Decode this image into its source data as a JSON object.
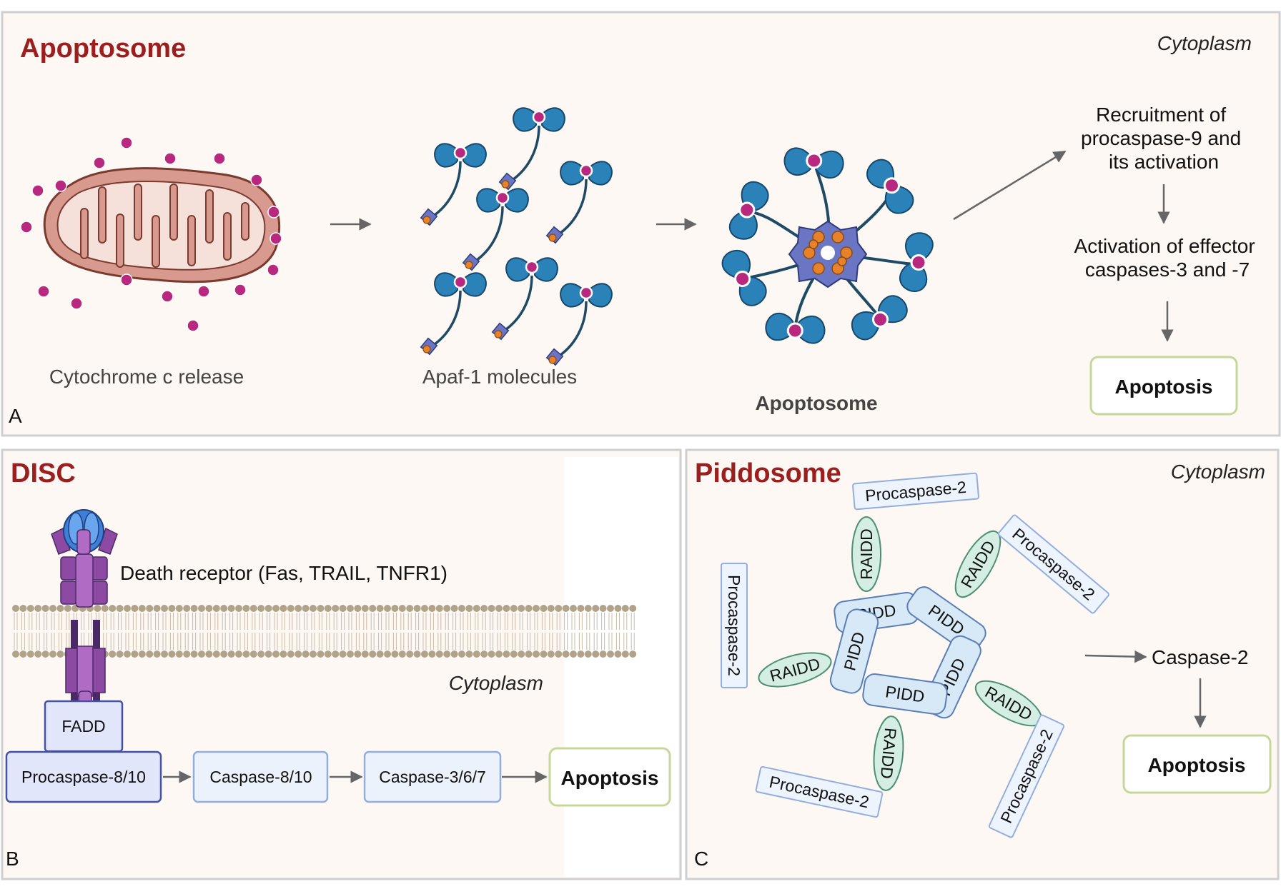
{
  "panel_a": {
    "title": "Apoptosome",
    "compartment": "Cytoplasm",
    "letter": "A",
    "mito_label": "Cytochrome c release",
    "apaf_label": "Apaf-1 molecules",
    "apoptosome_label": "Apoptosome",
    "step1": [
      "Recruitment of",
      "procaspase-9 and",
      "its activation"
    ],
    "step2": [
      "Activation of effector",
      "caspases-3 and -7"
    ],
    "outcome": "Apoptosis"
  },
  "panel_b": {
    "title": "DISC",
    "letter": "B",
    "receptor_label": "Death receptor (Fas, TRAIL, TNFR1)",
    "compartment": "Cytoplasm",
    "adaptor": "FADD",
    "procaspase": "Procaspase-8/10",
    "caspase": "Caspase-8/10",
    "effector": "Caspase-3/6/7",
    "outcome": "Apoptosis"
  },
  "panel_c": {
    "title": "Piddosome",
    "compartment": "Cytoplasm",
    "letter": "C",
    "procaspase": "Procaspase-2",
    "raidd": "RAIDD",
    "pidd": "PIDD",
    "product": "Caspase-2",
    "outcome": "Apoptosis"
  },
  "colors": {
    "title": "#9b1f1f",
    "panel_bg": "#fdf8f4",
    "apaf_blue": "#2a82b8",
    "cyt_c": "#b8287f",
    "mito_fill": "#d89a8e",
    "receptor_purple": "#8c4aa2",
    "pidd_fill": "#d7e8f7",
    "raidd_fill": "#d4eee4",
    "outcome_border": "#c5d89a"
  }
}
